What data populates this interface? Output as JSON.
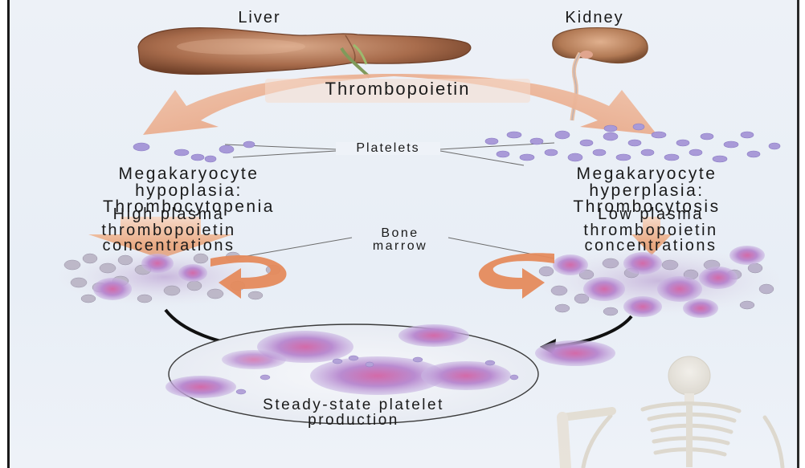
{
  "labels": {
    "liver": "Liver",
    "kidney": "Kidney",
    "thrombopoietin": "Thrombopoietin",
    "platelets": "Platelets",
    "bone_marrow": [
      "Bone",
      "marrow"
    ],
    "left_condition": [
      "Megakaryocyte",
      "hypoplasia:",
      "Thrombocytopenia"
    ],
    "left_concentration": [
      "High plasma",
      "thrombopoietin",
      "concentrations"
    ],
    "right_condition": [
      "Megakaryocyte",
      "hyperplasia:",
      "Thrombocytosis"
    ],
    "right_concentration": [
      "Low plasma",
      "thrombopoietin",
      "concentrations"
    ],
    "steady_state": [
      "Steady-state platelet",
      "production"
    ]
  },
  "colors": {
    "background": "#edf1f7",
    "arrow_orange": "#e9a98a",
    "organ_brown": "#a0694a",
    "platelet_purple": "#a99ad8",
    "marrow_magenta": "#c07ab8",
    "border": "#1a1a1a"
  }
}
